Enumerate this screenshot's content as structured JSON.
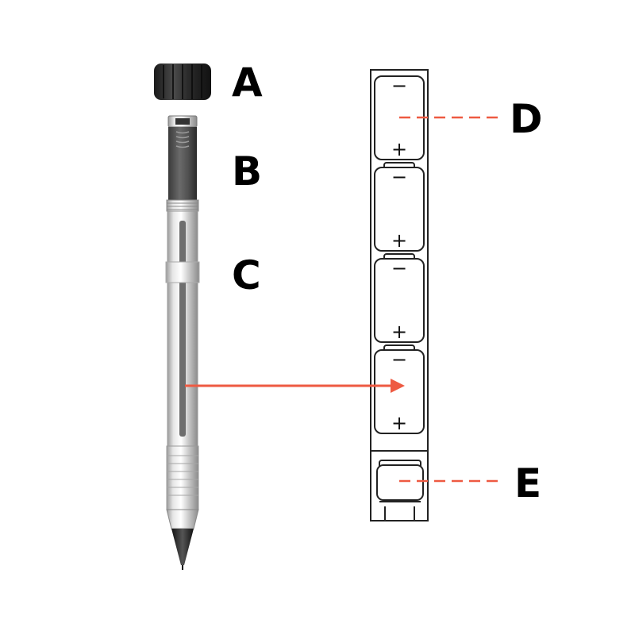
{
  "labels": {
    "cap": "A",
    "upper_section": "B",
    "barrel": "C",
    "battery_cell": "D",
    "contact_module": "E"
  },
  "polarity": {
    "negative": "−",
    "positive": "+"
  },
  "battery_count": 4,
  "colors": {
    "pointer": "#ee5a42",
    "outline": "#222222",
    "label": "#000000"
  },
  "icons": {
    "cap": "knurled-cap-icon",
    "stylus": "stylus-pen-icon",
    "battery_stack": "battery-stack-icon",
    "contact": "contact-block-icon"
  }
}
